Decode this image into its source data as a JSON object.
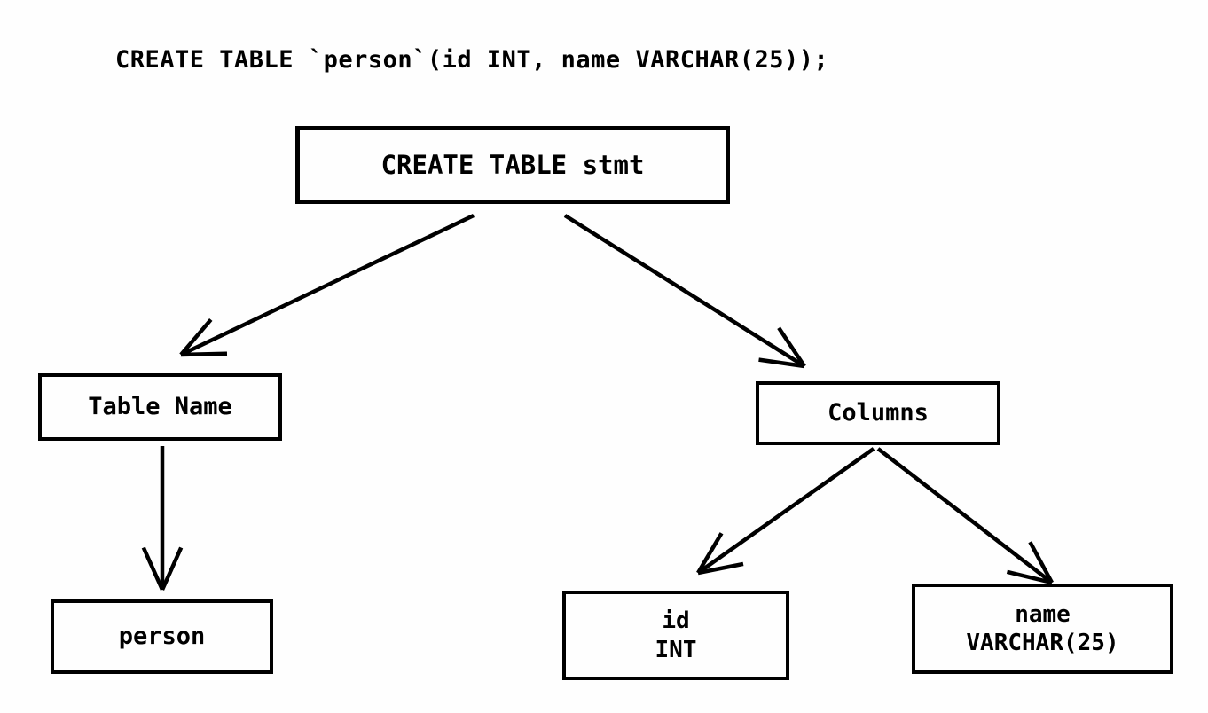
{
  "title": "CREATE TABLE `person`(id INT, name VARCHAR(25));",
  "nodes": {
    "root": {
      "label": "CREATE TABLE stmt"
    },
    "table_name": {
      "label": "Table Name"
    },
    "person": {
      "label": "person"
    },
    "columns": {
      "label": "Columns"
    },
    "id_col": {
      "lines": [
        "id",
        "INT"
      ]
    },
    "name_col": {
      "lines": [
        "name",
        "VARCHAR(25)"
      ]
    }
  },
  "edges": [
    {
      "from": "root",
      "to": "table_name"
    },
    {
      "from": "root",
      "to": "columns"
    },
    {
      "from": "table_name",
      "to": "person"
    },
    {
      "from": "columns",
      "to": "id_col"
    },
    {
      "from": "columns",
      "to": "name_col"
    }
  ],
  "colors": {
    "background": "#fefefe",
    "line": "#000000",
    "text": "#000000"
  }
}
